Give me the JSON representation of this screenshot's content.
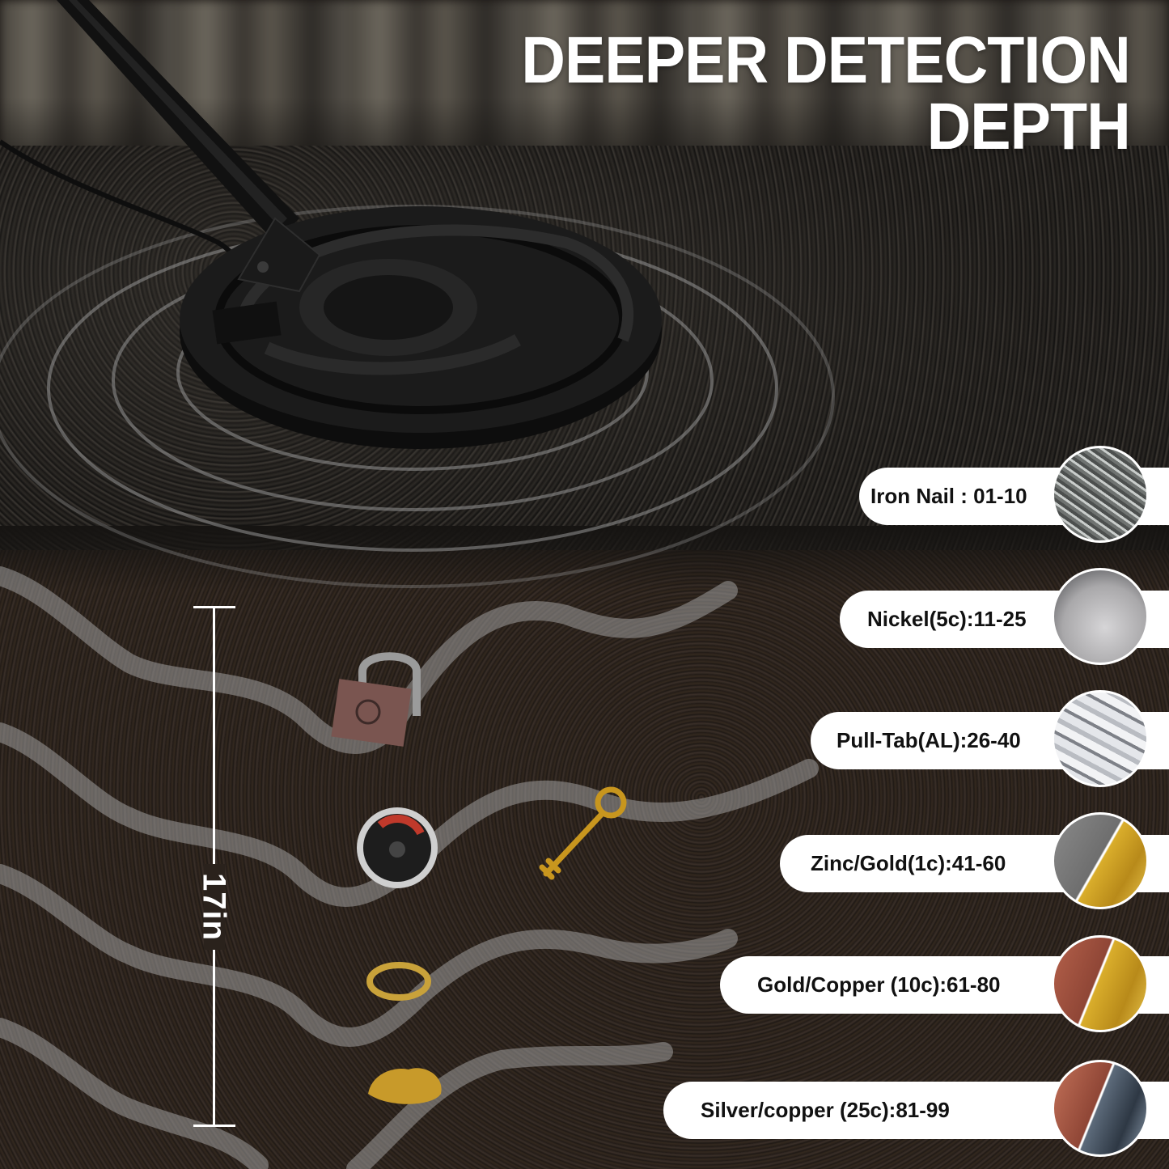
{
  "title": {
    "line1": "DEEPER DETECTION",
    "line2": "DEPTH"
  },
  "depth_scale": {
    "label": "17in"
  },
  "buried_items": [
    {
      "name": "padlock",
      "color": "#7a5550"
    },
    {
      "name": "combination-lock",
      "color": "#9a9a9a"
    },
    {
      "name": "antique-key",
      "color": "#c8961e"
    },
    {
      "name": "gold-ring",
      "color": "#c9a23a"
    },
    {
      "name": "gold-nugget",
      "color": "#c89a2a"
    }
  ],
  "metal_ids": [
    {
      "label": "Iron Nail : 01-10",
      "thumb": "iron-nails",
      "colors": [
        "#8d918f",
        "#c7cbc9"
      ]
    },
    {
      "label": "Nickel(5c):11-25",
      "thumb": "nickel-coin",
      "colors": [
        "#9a9a9c",
        "#d3d2d4"
      ]
    },
    {
      "label": "Pull-Tab(AL):26-40",
      "thumb": "aluminum-bars",
      "colors": [
        "#e8e9ec",
        "#8d9096"
      ]
    },
    {
      "label": "Zinc/Gold(1c):41-60",
      "thumb": "zinc-and-gold-coins",
      "colors": [
        "#8a8a8a",
        "#d9ad2b"
      ]
    },
    {
      "label": "Gold/Copper (10c):61-80",
      "thumb": "copper-and-gold-coins",
      "colors": [
        "#b4604a",
        "#d9ad2b"
      ]
    },
    {
      "label": "Silver/copper (25c):81-99",
      "thumb": "copper-and-silver",
      "colors": [
        "#b4604a",
        "#5c6a7a"
      ]
    }
  ],
  "colors": {
    "pill_bg": "#ffffff",
    "pill_text": "#111111",
    "title_text": "#ffffff",
    "soil": "#2a221c"
  }
}
